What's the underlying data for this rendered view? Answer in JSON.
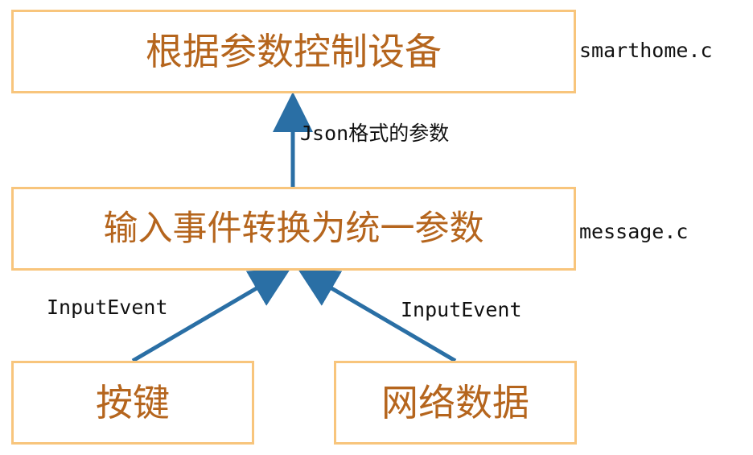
{
  "nodes": {
    "control": "根据参数控制设备",
    "convert": "输入事件转换为统一参数",
    "keys": "按键",
    "network": "网络数据"
  },
  "files": {
    "control": "smarthome.c",
    "convert": "message.c"
  },
  "edges": {
    "json_params": "Json格式的参数",
    "input_event_left": "InputEvent",
    "input_event_right": "InputEvent"
  },
  "colors": {
    "box_border": "#f8c57c",
    "box_text": "#b5651d",
    "arrow": "#2a6fa5"
  }
}
